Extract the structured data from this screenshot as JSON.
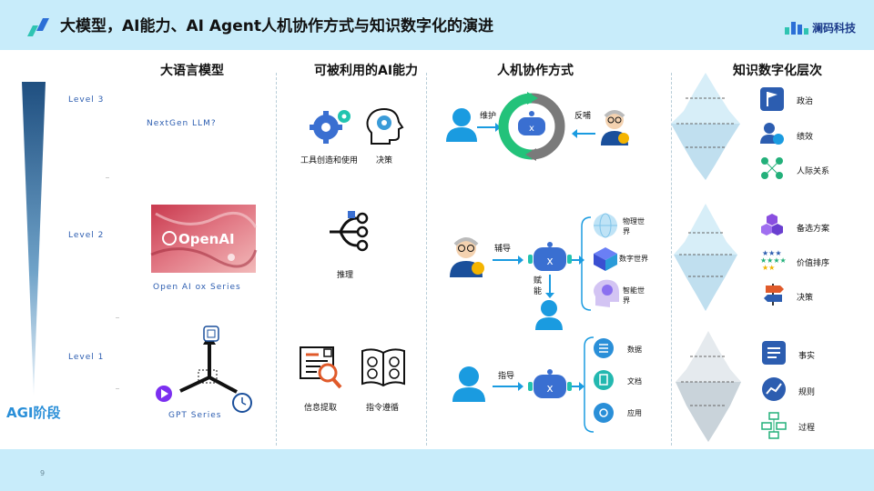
{
  "header": {
    "title": "大模型，AI能力、AI Agent人机协作方式与知识数字化的演进",
    "brand": "澜码科技"
  },
  "columns": {
    "llm": "大语言模型",
    "ai_ability": "可被利用的AI能力",
    "collab": "人机协作方式",
    "knowledge": "知识数字化层次"
  },
  "llm": {
    "levels": [
      "Level 3",
      "Level 2",
      "Level 1"
    ],
    "nextgen": "NextGen LLM?",
    "openai_logo": "OpenAI",
    "openai_caption": "Open AI ox   Series",
    "gpt_caption": "GPT Series",
    "agi": "AGI阶段"
  },
  "abilities": {
    "tools": "工具创造和使用",
    "decision": "决策",
    "reasoning": "推理",
    "info": "信息提取",
    "instruction": "指令遵循"
  },
  "collab": {
    "maintain": "维护",
    "feedback": "反哺",
    "assist": "辅导",
    "empower": "赋能",
    "physical": "物理世界",
    "digital": "数字世界",
    "intelligent": "智能世界",
    "guide": "指导",
    "data": "数据",
    "docs": "文档",
    "apps": "应用"
  },
  "knowledge": {
    "top": [
      "政治",
      "绩效",
      "人际关系"
    ],
    "mid": [
      "备选方案",
      "价值排序",
      "决策"
    ],
    "bot": [
      "事实",
      "规则",
      "过程"
    ]
  },
  "footer": {
    "page": "9"
  },
  "colors": {
    "header_bg": "#c8ecfa",
    "accent_blue": "#2c5db0",
    "teal": "#23c2b0"
  }
}
